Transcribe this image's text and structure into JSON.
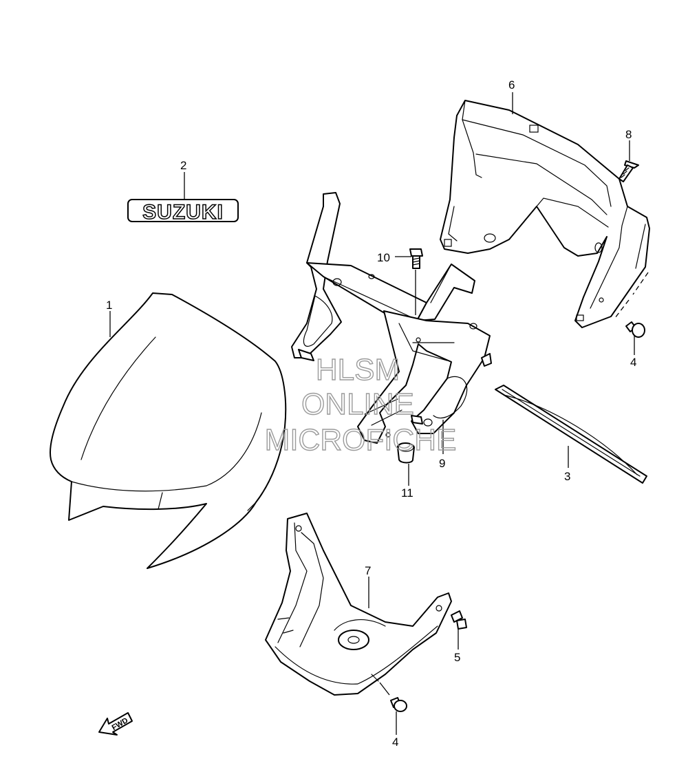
{
  "parts": [
    {
      "number": "1"
    },
    {
      "number": "2"
    },
    {
      "number": "3"
    },
    {
      "number": "4"
    },
    {
      "number": "4"
    },
    {
      "number": "5"
    },
    {
      "number": "6"
    },
    {
      "number": "7"
    },
    {
      "number": "8"
    },
    {
      "number": "9"
    },
    {
      "number": "10"
    },
    {
      "number": "11"
    }
  ],
  "emblem_text": "SUZUKI",
  "direction_arrow_text": "FWD",
  "watermark": {
    "line1": "HLSM",
    "line2": "ONLINE",
    "line3": "MICROFICHE",
    "color": "#9a9a9a"
  },
  "colors": {
    "line": "#000000",
    "background": "#ffffff"
  }
}
